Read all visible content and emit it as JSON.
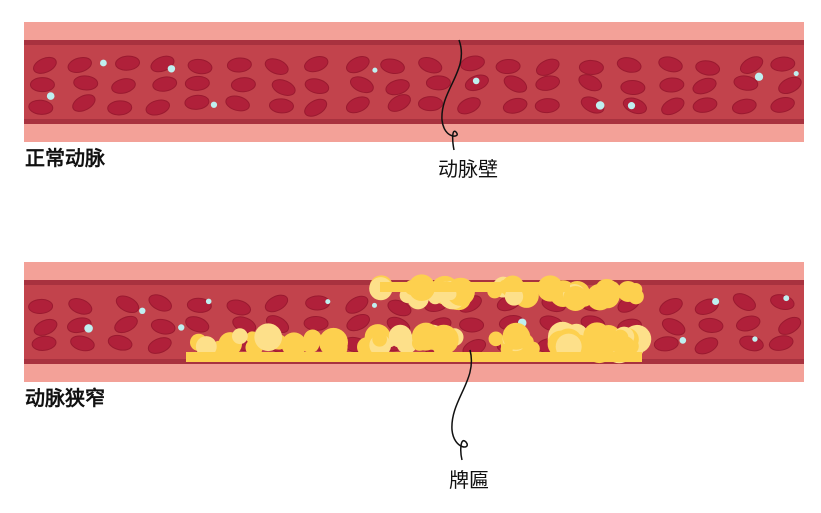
{
  "labels": {
    "normal_artery": "正常动脉",
    "artery_wall": "动脉壁",
    "narrowed_artery": "动脉狭窄",
    "plaque": "牌匾"
  },
  "colors": {
    "wall_outer": "#f3a198",
    "wall_band": "#a8323f",
    "lumen": "#c2434c",
    "red_cell": "#b0203a",
    "platelet": "#bff0f0",
    "plaque": "#fdd04e"
  }
}
